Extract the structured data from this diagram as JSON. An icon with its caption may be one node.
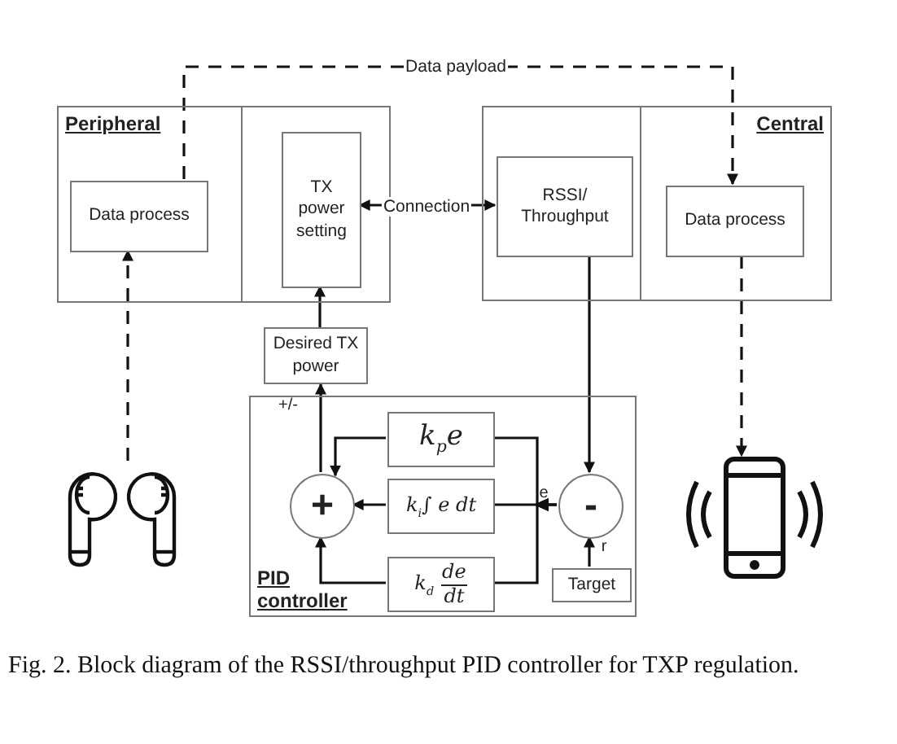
{
  "diagram": {
    "caption": "Fig. 2.  Block diagram of the RSSI/throughput PID controller for TXP regulation.",
    "nodes": [
      {
        "text": [
          "Peripheral"
        ]
      },
      {
        "text": [
          "Data process"
        ],
        "in": 0
      },
      {
        "text": [
          "TX power setting"
        ],
        "in": 0
      },
      {
        "text": [
          "Central"
        ]
      },
      {
        "text": [
          "RSSI/ Throughput"
        ],
        "in": 3
      },
      {
        "text": [
          "Data process"
        ],
        "in": 3
      },
      {
        "text": [
          "Desired TX power"
        ]
      },
      {
        "text": [
          "PID controller"
        ]
      },
      {
        "text": [
          "k$_{p}$e"
        ],
        "in": 7
      },
      {
        "text": [
          "+"
        ],
        "in": 7
      },
      {
        "text": [
          "k$_{i}$∫ e dt"
        ],
        "in": 7
      },
      {
        "text": [
          "-"
        ],
        "in": 7
      },
      {
        "text": [
          "k$_{d}$",
          "de",
          "dt"
        ],
        "in": 7
      },
      {
        "text": [
          "Target"
        ],
        "in": 7
      },
      {
        "text": [],
        "shape": "picture"
      },
      {
        "text": [],
        "shape": "picture"
      }
    ],
    "edges": [
      {
        "from": 1,
        "to": 5,
        "arrow": "to",
        "style": "dashed",
        "label": "Data payload"
      },
      {
        "from": 2,
        "to": 4,
        "arrow": "both",
        "label": "Connection"
      },
      {
        "from": 4,
        "to": 11,
        "arrow": "to"
      },
      {
        "from": 13,
        "to": 11,
        "arrow": "to"
      },
      {
        "from": 11,
        "to": 8,
        "arrow": "to"
      },
      {
        "from": 11,
        "to": 10,
        "arrow": "to"
      },
      {
        "from": 11,
        "to": 12,
        "arrow": "to"
      },
      {
        "from": 8,
        "to": 9,
        "arrow": "to"
      },
      {
        "from": 10,
        "to": 9,
        "arrow": "to"
      },
      {
        "from": 12,
        "to": 9,
        "arrow": "to"
      },
      {
        "from": 9,
        "to": 6,
        "arrow": "to"
      },
      {
        "from": 6,
        "to": 2,
        "arrow": "to"
      },
      {
        "from": 14,
        "to": 1,
        "arrow": "to",
        "style": "dashed"
      },
      {
        "from": 5,
        "to": 15,
        "arrow": "to",
        "style": "dashed"
      }
    ],
    "labels": [
      "+/-",
      "e",
      "r"
    ]
  }
}
